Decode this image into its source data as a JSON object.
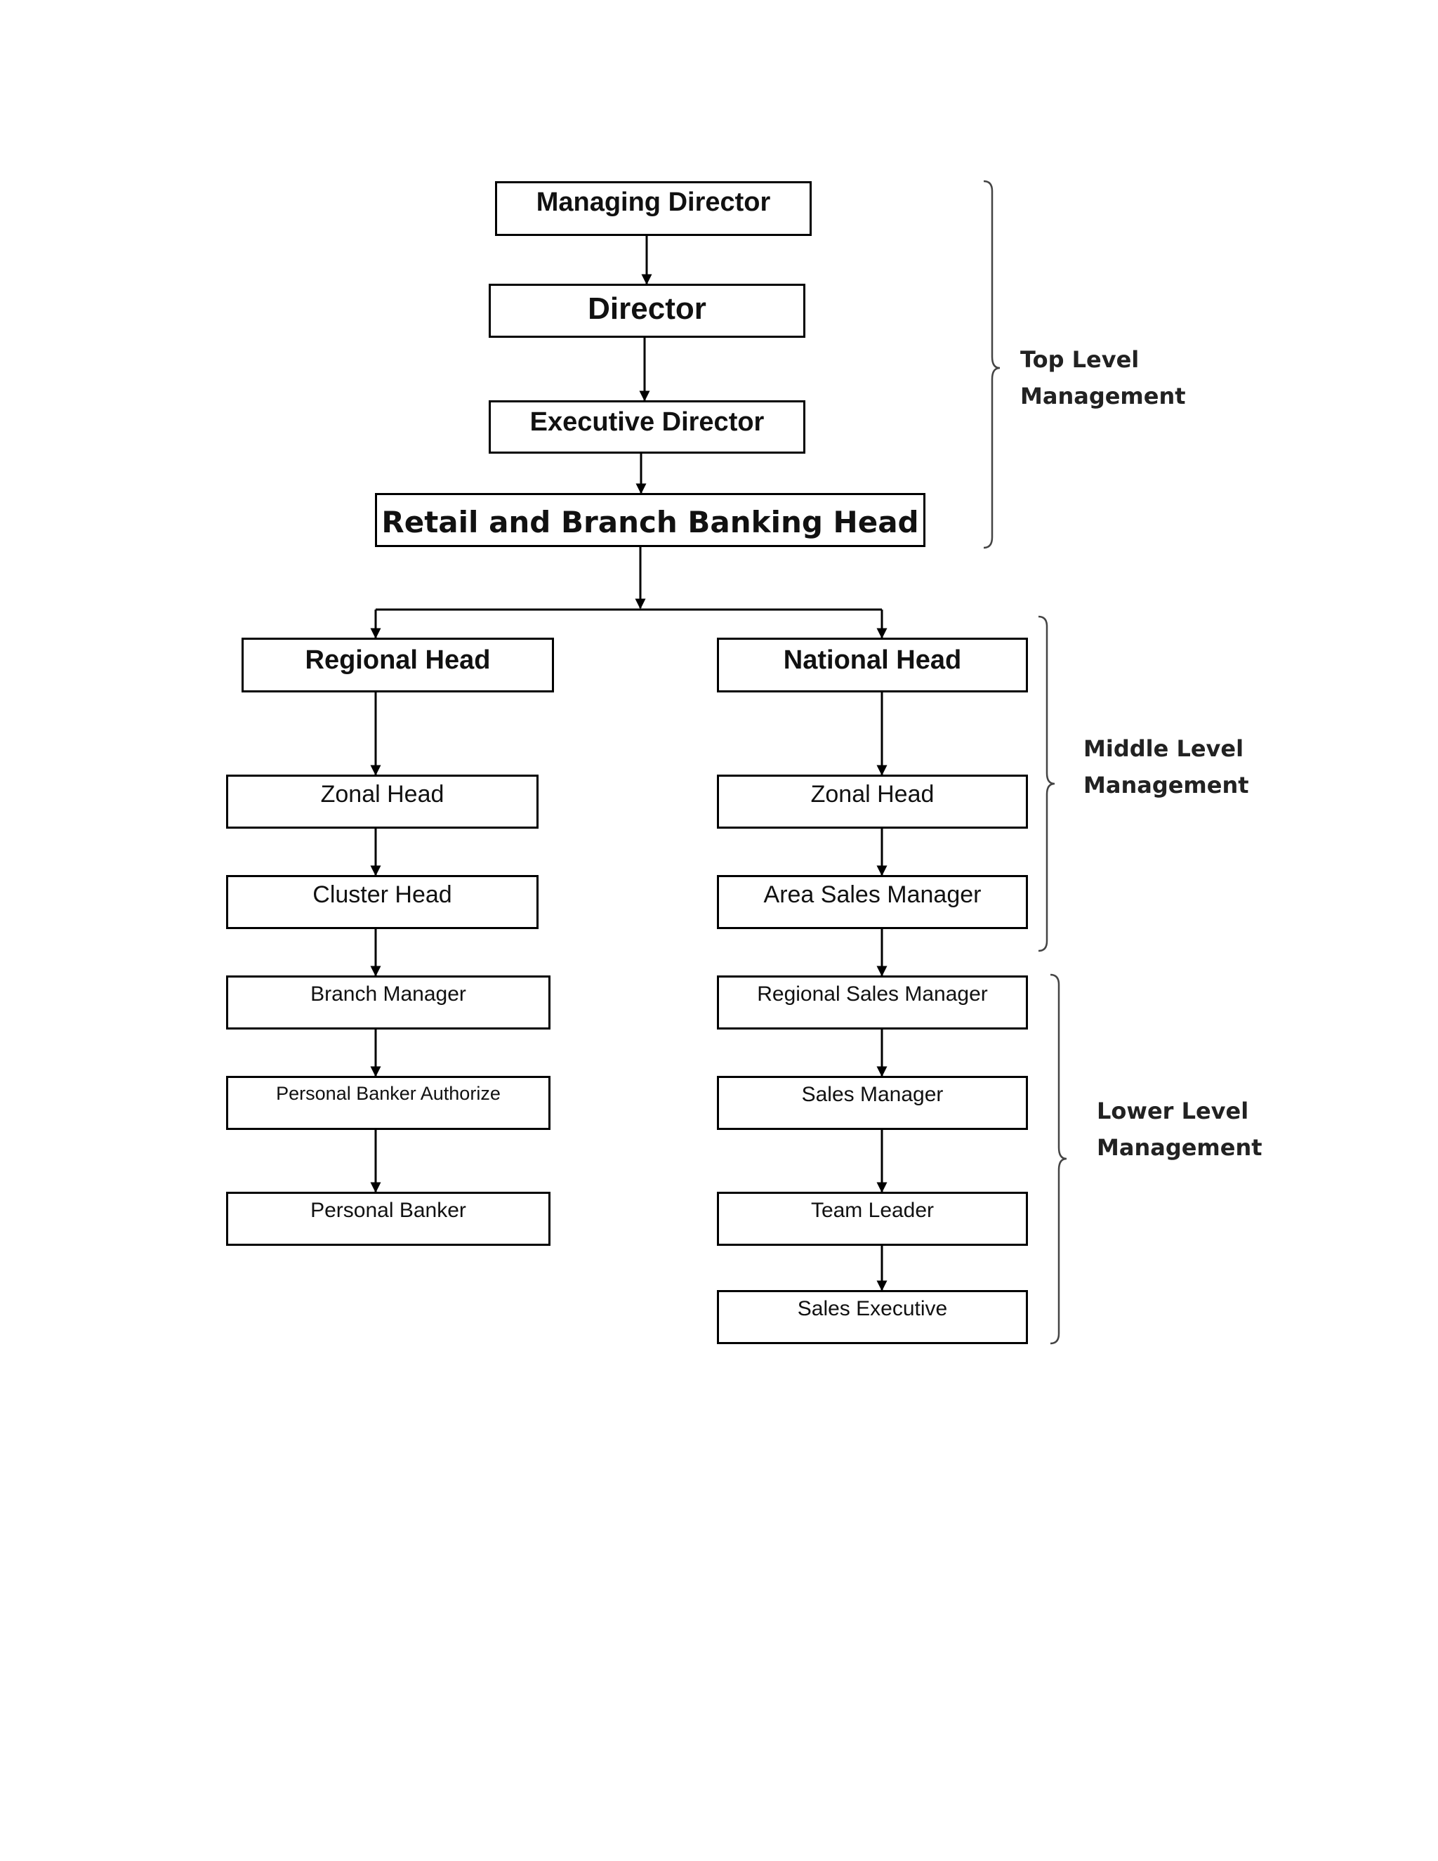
{
  "nodes": {
    "managing_director": "Managing Director",
    "director": "Director",
    "executive_director": "Executive Director",
    "retail_head": "Retail and Branch Banking Head",
    "regional_head": "Regional Head",
    "national_head": "National Head",
    "zonal_head_left": "Zonal Head",
    "zonal_head_right": "Zonal Head",
    "cluster_head": "Cluster Head",
    "area_sales_manager": "Area Sales Manager",
    "branch_manager": "Branch Manager",
    "regional_sales_manager": "Regional Sales Manager",
    "personal_banker_authorize": "Personal Banker Authorize",
    "sales_manager": "Sales Manager",
    "personal_banker": "Personal Banker",
    "team_leader": "Team Leader",
    "sales_executive": "Sales Executive"
  },
  "levels": {
    "top": {
      "line1": "Top Level",
      "line2": "Management"
    },
    "middle": {
      "line1": "Middle Level",
      "line2": "Management"
    },
    "lower": {
      "line1": "Lower Level",
      "line2": "Management"
    }
  }
}
